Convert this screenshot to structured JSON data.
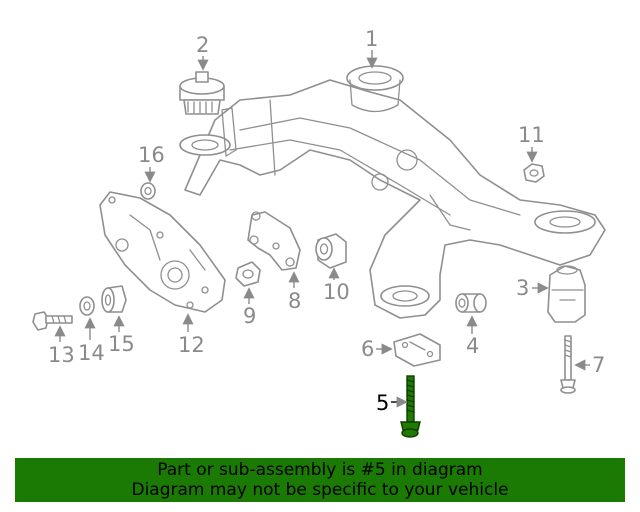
{
  "callouts": {
    "c1": "1",
    "c2": "2",
    "c3": "3",
    "c4": "4",
    "c5": "5",
    "c6": "6",
    "c7": "7",
    "c8": "8",
    "c9": "9",
    "c10": "10",
    "c11": "11",
    "c12": "12",
    "c13": "13",
    "c14": "14",
    "c15": "15",
    "c16": "16"
  },
  "highlighted_part": "5",
  "colors": {
    "highlight": "#1f7a00",
    "banner": "#1a7a03",
    "line_art": "#8f8f8f"
  },
  "banner": {
    "line1": "Part or sub-assembly is #5 in diagram",
    "line2": "Diagram may not be specific to your vehicle"
  }
}
